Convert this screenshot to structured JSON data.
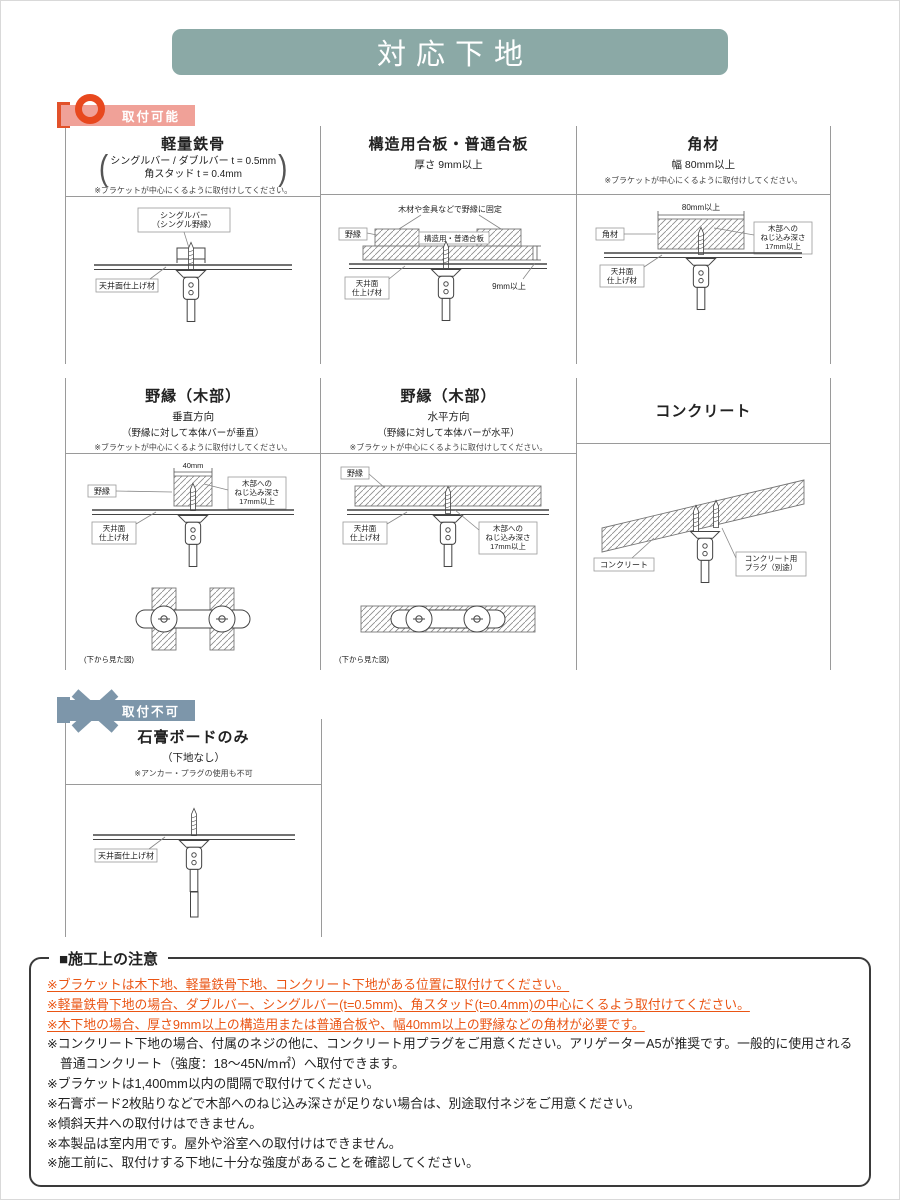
{
  "page": {
    "title": "対応下地"
  },
  "badges": {
    "ok": "取付可能",
    "ng": "取付不可"
  },
  "colors": {
    "banner": "#8ba9a6",
    "ok_badge": "#f0a198",
    "ok_ring": "#e8481e",
    "ng_badge": "#7d96aa",
    "warn_text": "#ea5514"
  },
  "panels": {
    "steel": {
      "title": "軽量鉄骨",
      "spec1": "シングルバー / ダブルバー t = 0.5mm",
      "spec2": "角スタッド t = 0.4mm",
      "note": "※ブラケットが中心にくるように取付けしてください。",
      "labels": {
        "bar": [
          "シングルバー",
          "（シングル野縁）"
        ],
        "ceiling": "天井面仕上げ材"
      }
    },
    "plywood": {
      "title": "構造用合板・普通合板",
      "spec": "厚さ 9mm以上",
      "labels": {
        "fix": "木材や金具などで野縁に固定",
        "joist": "野縁",
        "board": "構造用・普通合板",
        "ceiling": [
          "天井面",
          "仕上げ材"
        ],
        "thickness": "9mm以上"
      }
    },
    "lumber": {
      "title": "角材",
      "spec": "幅 80mm以上",
      "note": "※ブラケットが中心にくるように取付けしてください。",
      "labels": {
        "width": "80mm以上",
        "lumber": "角材",
        "depth": [
          "木部への",
          "ねじ込み深さ",
          "17mm以上"
        ],
        "ceiling": [
          "天井面",
          "仕上げ材"
        ]
      }
    },
    "joist_v": {
      "title": "野縁（木部）",
      "spec1": "垂直方向",
      "spec2": "（野縁に対して本体バーが垂直）",
      "note": "※ブラケットが中心にくるように取付けしてください。",
      "labels": {
        "width": "40mm",
        "joist": "野縁",
        "depth": [
          "木部への",
          "ねじ込み深さ",
          "17mm以上"
        ],
        "ceiling": [
          "天井面",
          "仕上げ材"
        ],
        "caption": "(下から見た図)"
      }
    },
    "joist_h": {
      "title": "野縁（木部）",
      "spec1": "水平方向",
      "spec2": "（野縁に対して本体バーが水平）",
      "note": "※ブラケットが中心にくるように取付けしてください。",
      "labels": {
        "joist": "野縁",
        "depth": [
          "木部への",
          "ねじ込み深さ",
          "17mm以上"
        ],
        "ceiling": [
          "天井面",
          "仕上げ材"
        ],
        "caption": "(下から見た図)"
      }
    },
    "concrete": {
      "title": "コンクリート",
      "labels": {
        "concrete": "コンクリート",
        "plug": [
          "コンクリート用",
          "プラグ（別途）"
        ]
      }
    },
    "gypsum": {
      "title": "石膏ボードのみ",
      "spec": "（下地なし）",
      "note": "※アンカー・プラグの使用も不可",
      "labels": {
        "ceiling": "天井面仕上げ材"
      }
    }
  },
  "notes": {
    "title": "■施工上の注意",
    "items": [
      "※ブラケットは木下地、軽量鉄骨下地、コンクリート下地がある位置に取付けてください。",
      "※軽量鉄骨下地の場合、ダブルバー、シングルバー(t=0.5mm)、角スタッド(t=0.4mm)の中心にくるよう取付けてください。",
      "※木下地の場合、厚さ9mm以上の構造用または普通合板や、幅40mm以上の野縁などの角材が必要です。",
      "※コンクリート下地の場合、付属のネジの他に、コンクリート用プラグをご用意ください。アリゲーターA5が推奨です。一般的に使用される普通コンクリート（強度：18～45N/m㎡）へ取付できます。",
      "※ブラケットは1,400mm以内の間隔で取付けてください。",
      "※石膏ボード2枚貼りなどで木部へのねじ込み深さが足りない場合は、別途取付ネジをご用意ください。",
      "※傾斜天井への取付けはできません。",
      "※本製品は室内用です。屋外や浴室への取付けはできません。",
      "※施工前に、取付けする下地に十分な強度があることを確認してください。"
    ]
  }
}
